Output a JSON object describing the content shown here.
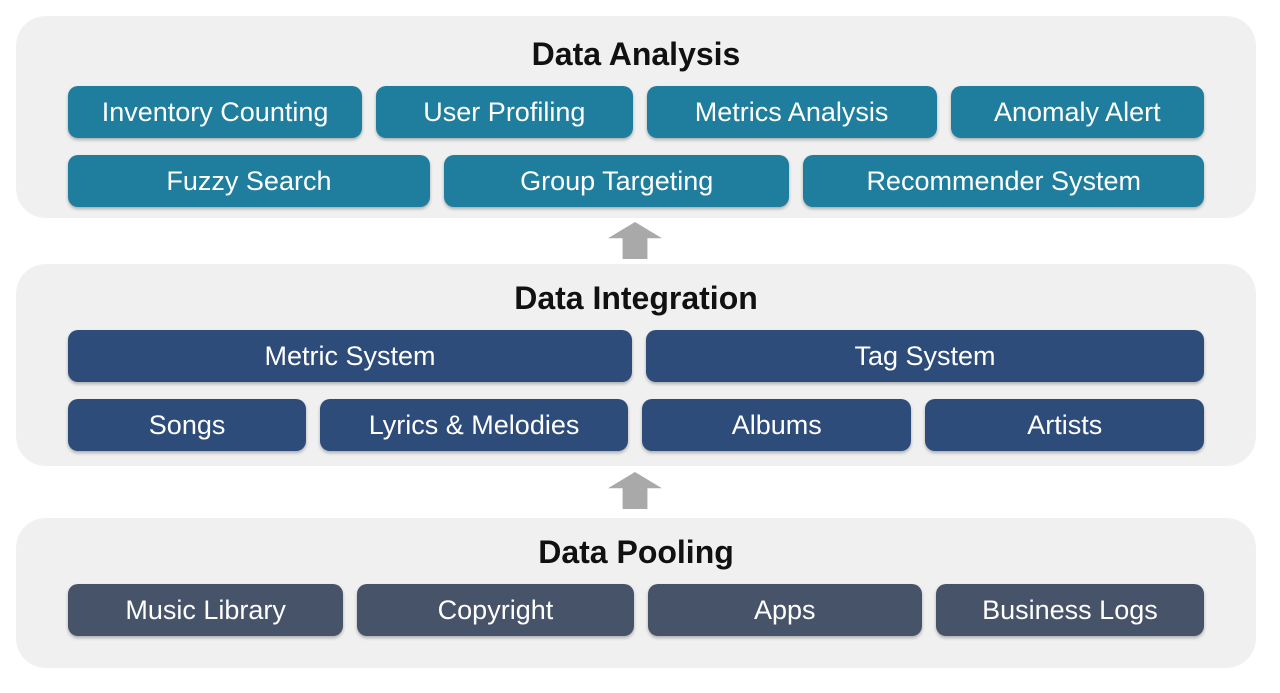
{
  "colors": {
    "page_background": "#ffffff",
    "panel_background": "#f0f0f0",
    "analysis_node": "#1f7e9e",
    "integration_node": "#2d4c7a",
    "pooling_node": "#475369",
    "arrow": "#a9a9a9",
    "title_text": "#111111",
    "node_text": "#ffffff"
  },
  "icons": {
    "flow_arrow": "block-up-arrow"
  },
  "sections": [
    {
      "title": "Data Analysis",
      "rows": [
        {
          "items": [
            "Inventory Counting",
            "User Profiling",
            "Metrics Analysis",
            "Anomaly Alert"
          ]
        },
        {
          "items": [
            "Fuzzy Search",
            "Group Targeting",
            "Recommender System"
          ]
        }
      ]
    },
    {
      "title": "Data Integration",
      "rows": [
        {
          "items": [
            "Metric System",
            "Tag System"
          ]
        },
        {
          "items": [
            "Songs",
            "Lyrics & Melodies",
            "Albums",
            "Artists"
          ]
        }
      ]
    },
    {
      "title": "Data Pooling",
      "rows": [
        {
          "items": [
            "Music Library",
            "Copyright",
            "Apps",
            "Business Logs"
          ]
        }
      ]
    }
  ]
}
